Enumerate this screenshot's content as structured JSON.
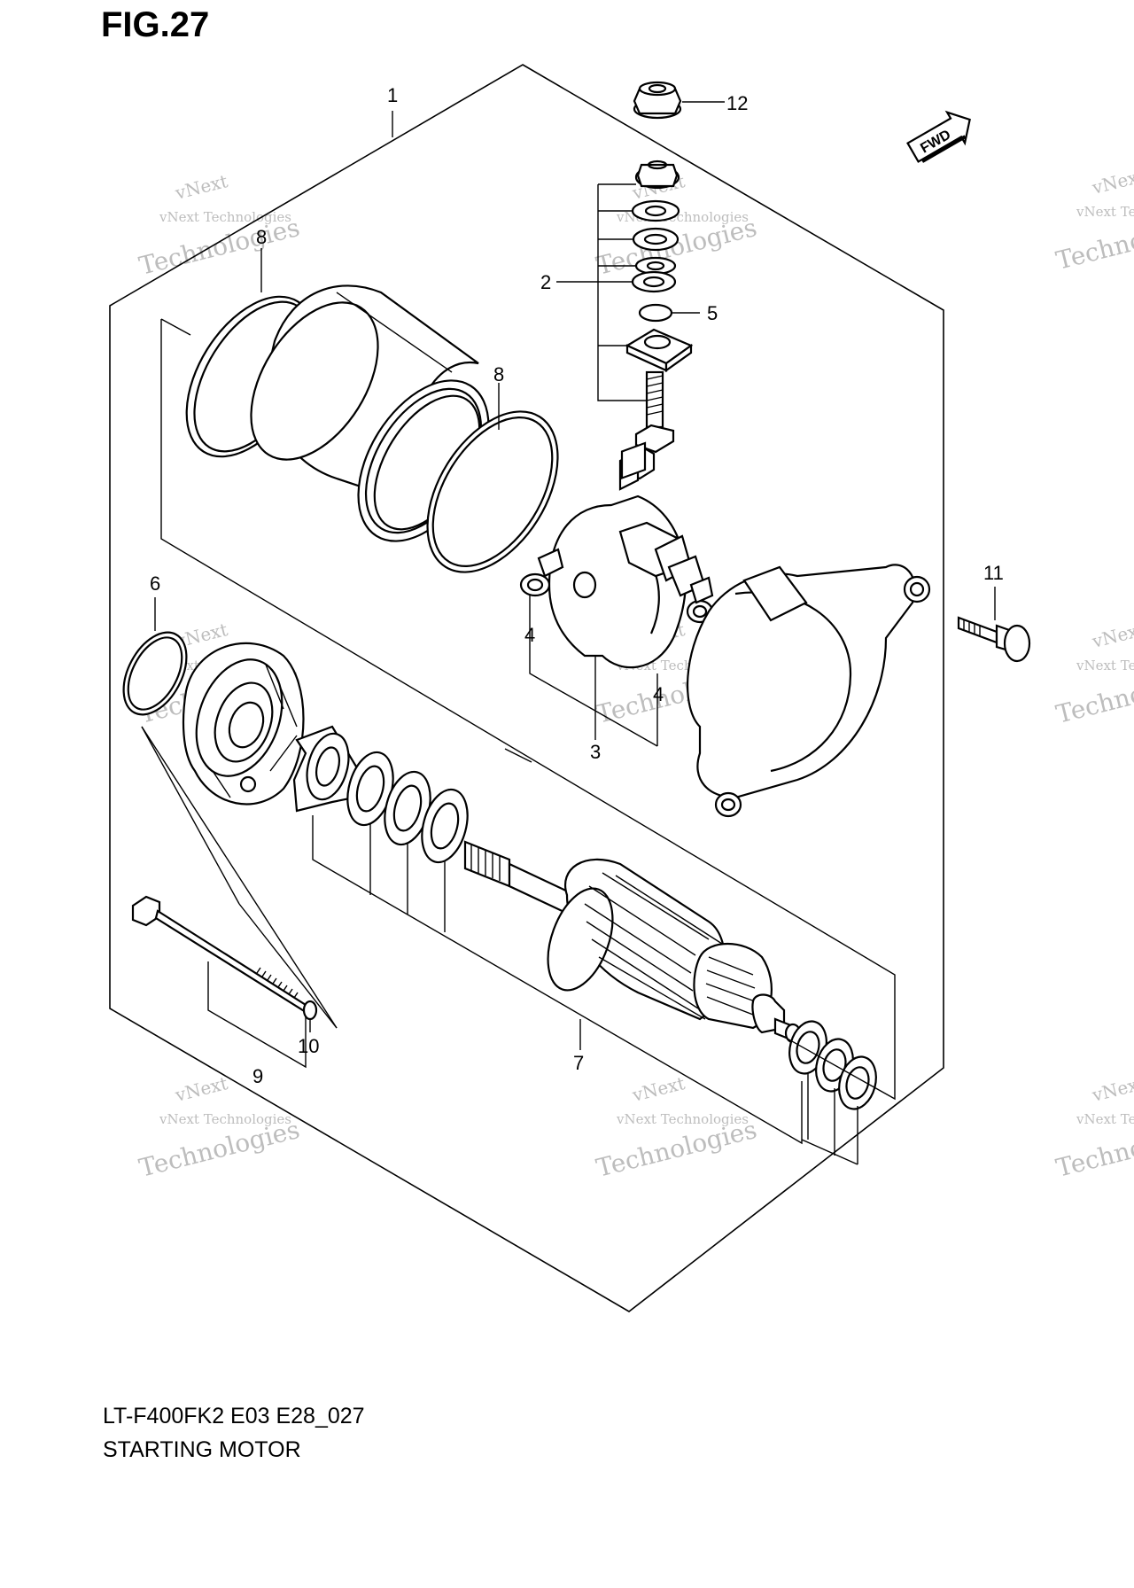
{
  "figure": {
    "title": "FIG.27"
  },
  "footer": {
    "code": "LT-F400FK2 E03 E28_027",
    "caption": "STARTING MOTOR"
  },
  "fwd_badge": "FWD",
  "watermark": {
    "line1": "vNext",
    "line2": "vNext Technologies",
    "line3": "Technologies"
  },
  "callouts": {
    "c1": "1",
    "c2": "2",
    "c3": "3",
    "c4a": "4",
    "c4b": "4",
    "c5": "5",
    "c6": "6",
    "c7": "7",
    "c8a": "8",
    "c8b": "8",
    "c9": "9",
    "c10": "10",
    "c11": "11",
    "c12": "12"
  }
}
